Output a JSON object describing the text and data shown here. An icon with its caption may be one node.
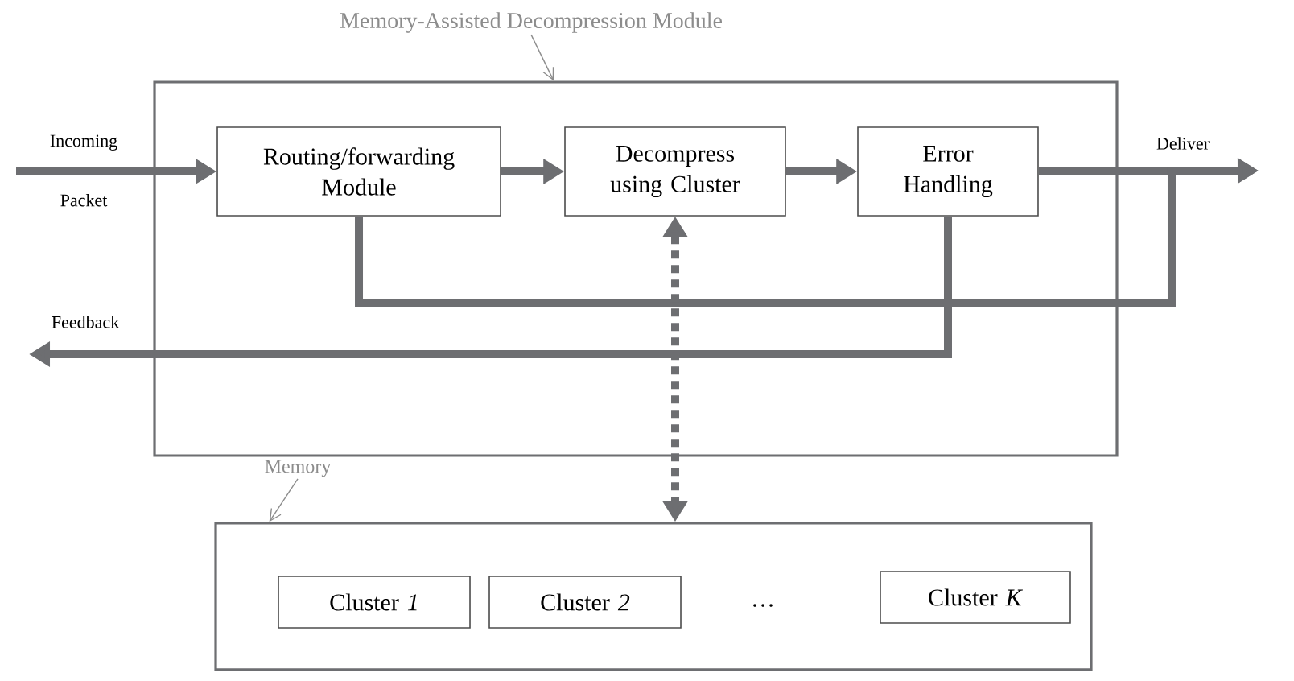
{
  "diagram": {
    "nodes": [
      {
        "text": [
          "Memory-Assisted Decompression Module"
        ]
      },
      {
        "text": [],
        "shape": "box"
      },
      {
        "text": [
          "Routing/forwarding Module"
        ],
        "in": 1
      },
      {
        "text": [
          "Decompress using Cluster"
        ],
        "in": 1
      },
      {
        "text": [
          "Error Handling"
        ],
        "in": 1
      },
      {
        "text": [
          "Memory"
        ]
      },
      {
        "text": [],
        "shape": "box"
      },
      {
        "text": [
          "Cluster *1*"
        ],
        "in": 6
      },
      {
        "text": [
          "Cluster *2*"
        ],
        "in": 6
      },
      {
        "text": [
          "Cluster *K*"
        ],
        "in": 6
      }
    ],
    "edges": [
      {
        "from": null,
        "to": 2,
        "arrow": "to",
        "label": "Incoming Packet"
      },
      {
        "from": 2,
        "to": 3,
        "arrow": "to"
      },
      {
        "from": 3,
        "to": 4,
        "arrow": "to"
      },
      {
        "from": 4,
        "to": null,
        "arrow": "to",
        "label": "Deliver"
      },
      {
        "from": 2,
        "to": null,
        "arrow": "to"
      },
      {
        "from": 4,
        "to": null,
        "arrow": "to",
        "label": "Feedback"
      },
      {
        "from": 3,
        "to": 6,
        "arrow": "both",
        "style": "dashed"
      },
      {
        "from": 0,
        "to": 1,
        "arrow": "to",
        "color": "#8c8c8c"
      },
      {
        "from": 5,
        "to": 6,
        "arrow": "to",
        "color": "#8c8c8c"
      }
    ],
    "labels": [
      "…"
    ]
  }
}
